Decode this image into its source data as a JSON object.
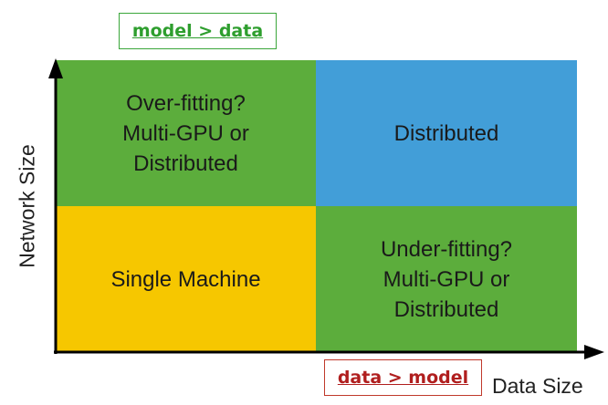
{
  "colors": {
    "green": "#5cad3c",
    "blue": "#429ed8",
    "yellow": "#f6c700",
    "tag_top_text": "#2e9e2e",
    "tag_bottom_text": "#b01e1e"
  },
  "axes": {
    "y_label": "Network Size",
    "x_label": "Data Size"
  },
  "tags": {
    "top": "model > data",
    "bottom": "data > model"
  },
  "quadrants": {
    "top_left": {
      "text": "Over-fitting?\nMulti-GPU or\nDistributed",
      "color": "#5cad3c"
    },
    "top_right": {
      "text": "Distributed",
      "color": "#429ed8"
    },
    "bottom_left": {
      "text": "Single Machine",
      "color": "#f6c700"
    },
    "bottom_right": {
      "text": "Under-fitting?\nMulti-GPU or\nDistributed",
      "color": "#5cad3c"
    }
  }
}
